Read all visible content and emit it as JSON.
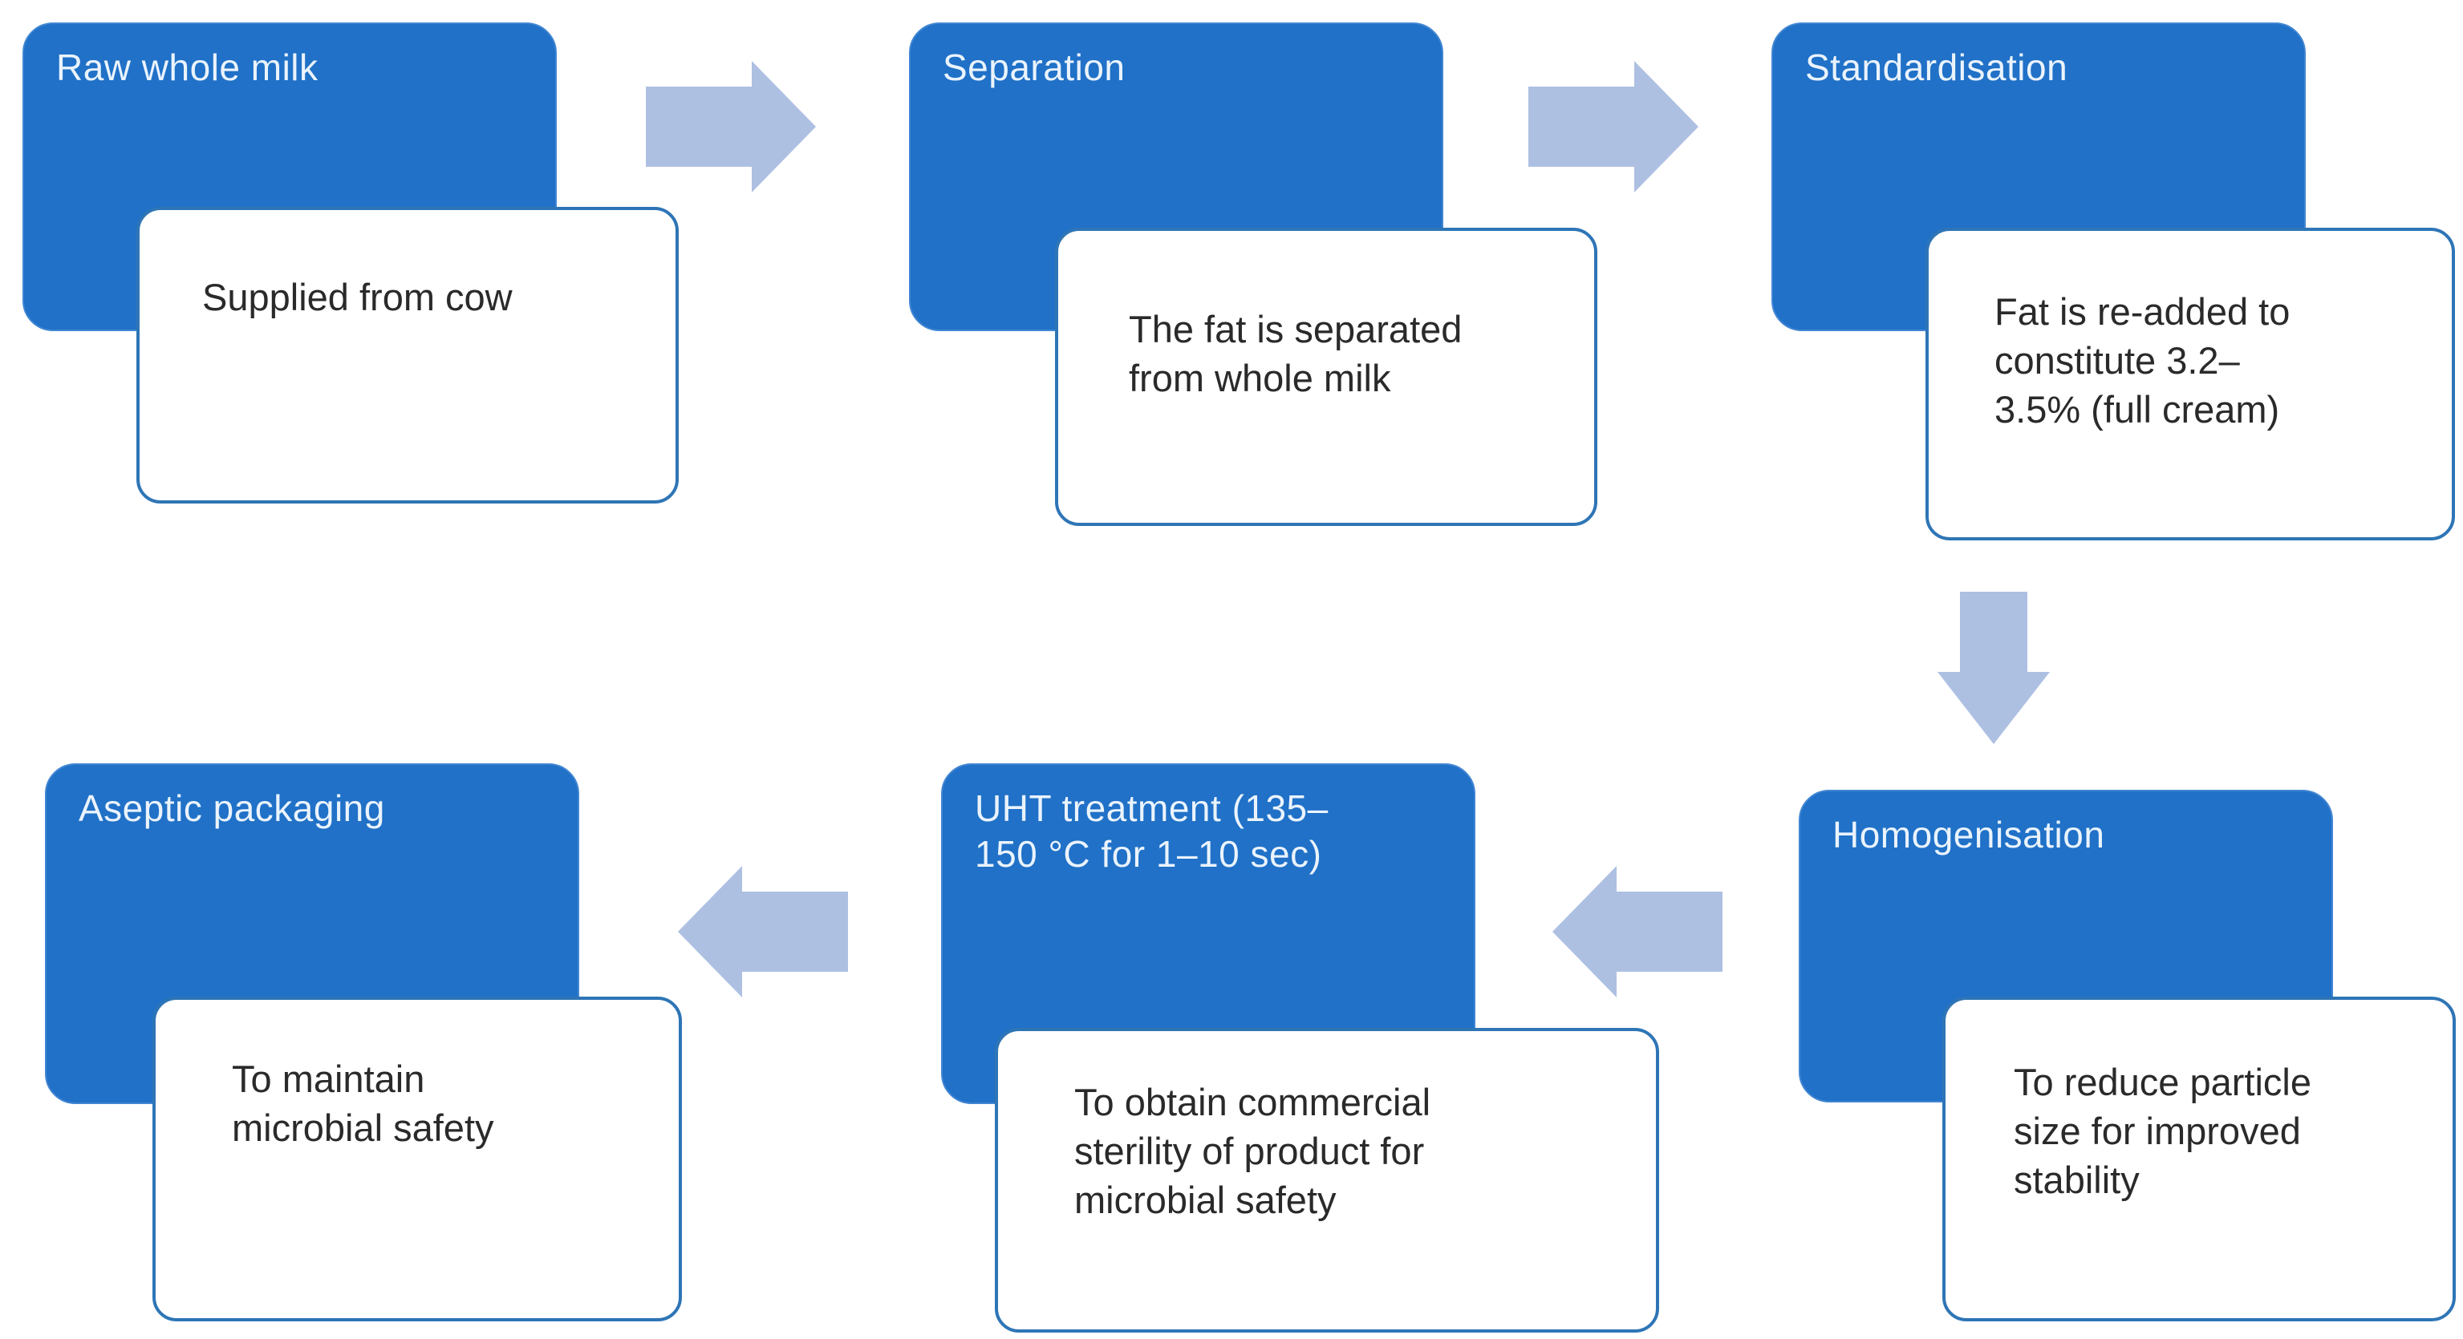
{
  "figure": {
    "type": "process-flowchart",
    "subject": "UHT milk processing steps"
  },
  "steps": [
    {
      "title": "Raw whole milk",
      "note": "Supplied from cow"
    },
    {
      "title": "Separation",
      "note": "The fat is separated from whole milk"
    },
    {
      "title": "Standardisation",
      "note": "Fat is re-added to constitute 3.2–3.5% (full cream)"
    },
    {
      "title": "Homogenisation",
      "note": "To reduce particle size for improved stability"
    },
    {
      "title": "UHT treatment (135–150 °C for 1–10 sec)",
      "note": "To obtain commercial sterility of product for microbial safety"
    },
    {
      "title": "Aseptic packaging",
      "note": "To maintain microbial safety"
    }
  ],
  "connections": [
    {
      "from": "Raw whole milk",
      "to": "Separation",
      "direction": "right"
    },
    {
      "from": "Separation",
      "to": "Standardisation",
      "direction": "right"
    },
    {
      "from": "Standardisation",
      "to": "Homogenisation",
      "direction": "down"
    },
    {
      "from": "Homogenisation",
      "to": "UHT treatment (135–150 °C for 1–10 sec)",
      "direction": "left"
    },
    {
      "from": "UHT treatment (135–150 °C for 1–10 sec)",
      "to": "Aseptic packaging",
      "direction": "left"
    }
  ],
  "colors": {
    "step_fill": "#2071C7",
    "step_edge": "#4286D3",
    "step_border": "#2E75B6",
    "arrow_fill": "#AEC0E2",
    "title_color": "#EAF3FC",
    "note_color": "#2A2A2A",
    "page_bg": "#FFFFFF"
  }
}
